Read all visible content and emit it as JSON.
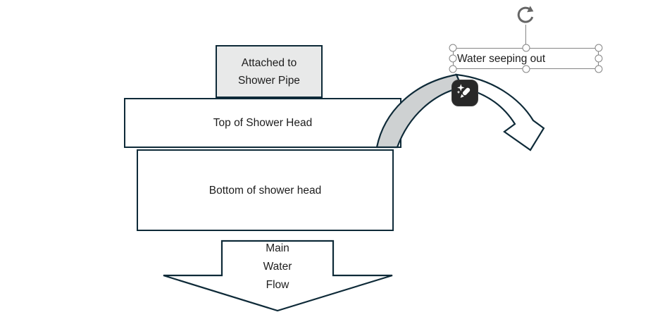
{
  "colors": {
    "line": "#0e2a38",
    "text": "#1d1d1d",
    "box_gray": "#e8e9e9",
    "band_gray": "#ced1d2",
    "icon_bg": "#282828",
    "handle": "#858585",
    "rotate": "#666666"
  },
  "diagram": {
    "attached_box": {
      "lines": [
        "Attached to",
        "Shower Pipe"
      ]
    },
    "top_box": {
      "label": "Top of Shower Head"
    },
    "bottom_box": {
      "label": "Bottom of shower head"
    },
    "flow_arrow": {
      "lines": [
        "Main",
        "Water",
        "Flow"
      ]
    },
    "seep_textbox": {
      "text": "Water seeping out"
    }
  },
  "icons": {
    "rotate_handle": "rotate-clockwise-arrow",
    "designer_button": "pen-sparkle"
  }
}
